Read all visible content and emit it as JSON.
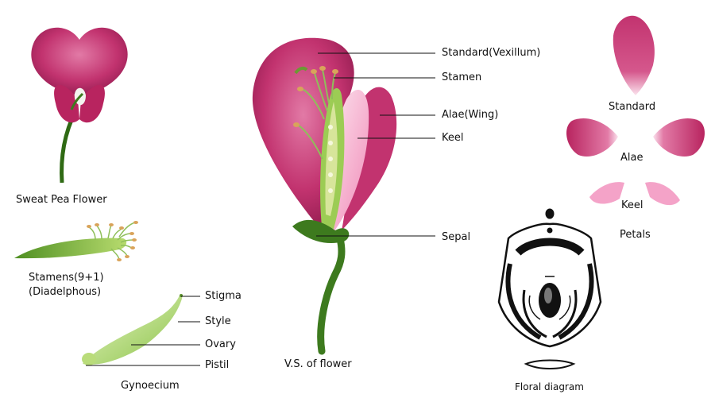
{
  "labels": {
    "sweet_pea_flower": "Sweat Pea Flower",
    "stamens_line1": "Stamens(9+1)",
    "stamens_line2": "(Diadelphous)",
    "gynoecium": "Gynoecium",
    "stigma": "Stigma",
    "style": "Style",
    "ovary": "Ovary",
    "pistil": "Pistil",
    "vs_of_flower": "V.S. of flower",
    "standard_vexillum": "Standard(Vexillum)",
    "stamen": "Stamen",
    "alae_wing": "Alae(Wing)",
    "keel": "Keel",
    "sepal": "Sepal",
    "standard": "Standard",
    "alae": "Alae",
    "keel_petal": "Keel",
    "petals": "Petals",
    "floral_diagram": "Floral diagram"
  },
  "colors": {
    "petal_magenta": "#c2336f",
    "petal_dark": "#8e1a4d",
    "petal_light": "#f2a9c8",
    "stem_green": "#3d7a1e",
    "leaf_green": "#7cb342",
    "pale_green": "#cdea92",
    "anther_orange": "#d9a35a"
  }
}
